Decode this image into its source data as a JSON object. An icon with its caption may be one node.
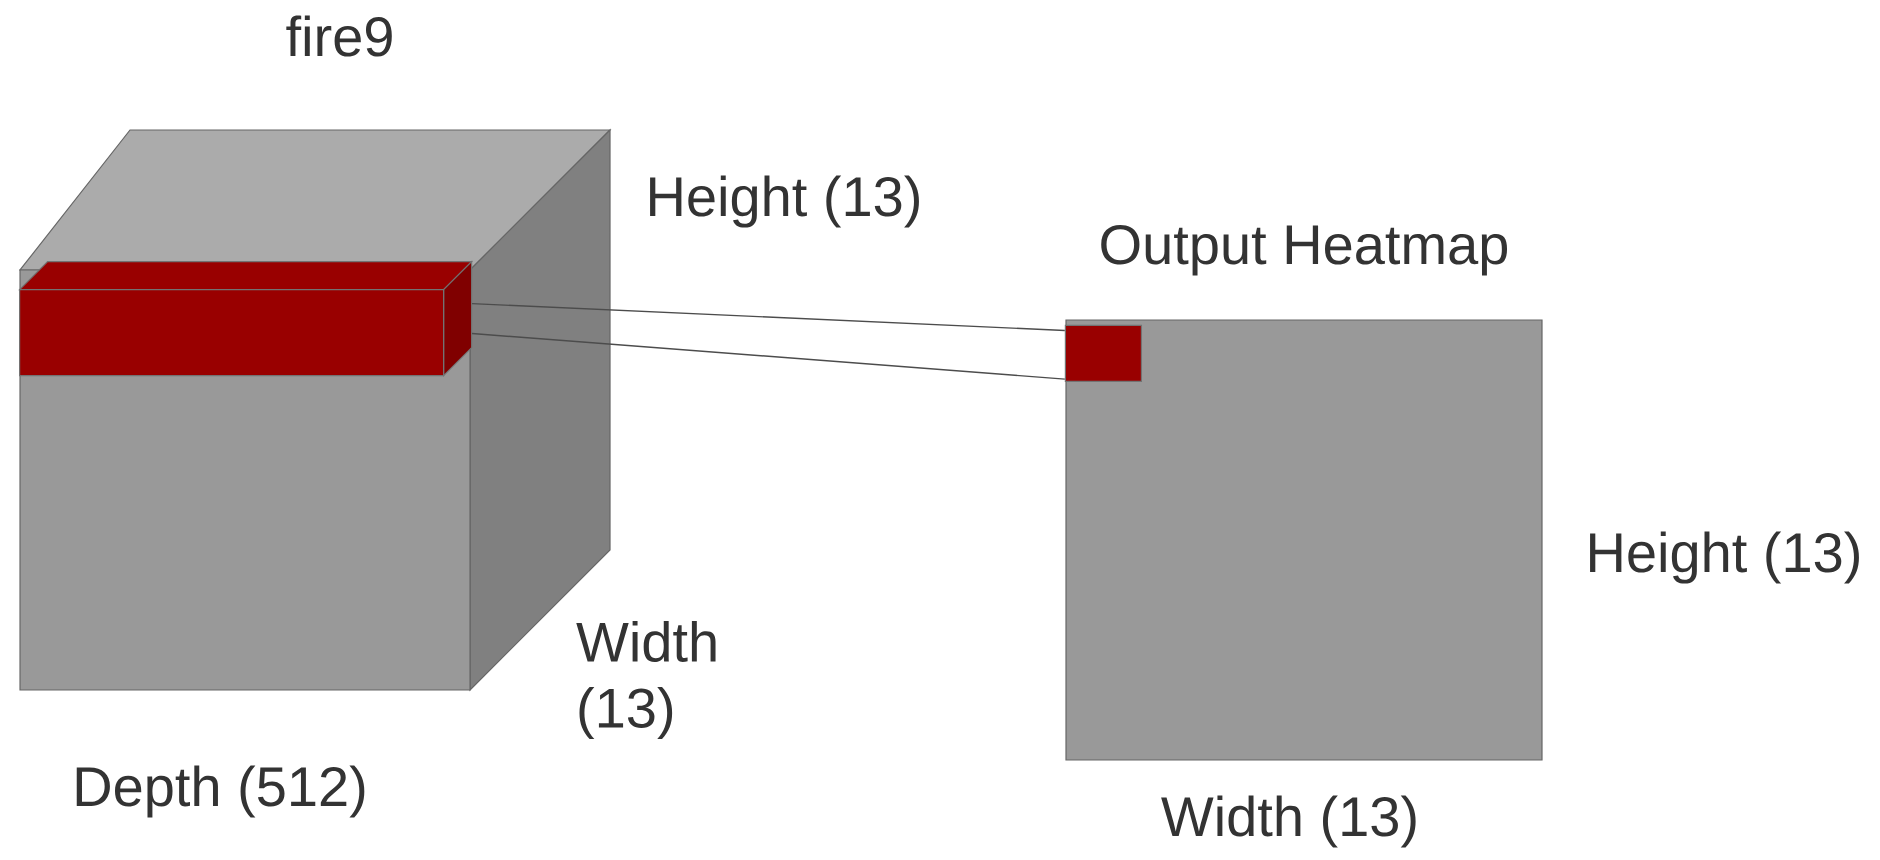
{
  "diagram": {
    "nodes": [
      {
        "text": [
          "fire9"
        ]
      },
      {
        "text": [],
        "shape": "bar",
        "in": 0
      },
      {
        "text": [
          "Output Heatmap"
        ]
      },
      {
        "text": [],
        "shape": "box",
        "in": 2
      }
    ],
    "edges": [
      {
        "from": 1,
        "to": 3,
        "arrow": "none"
      },
      {
        "from": 1,
        "to": 3,
        "arrow": "none"
      }
    ],
    "labels": [
      "Height (13)",
      "Width (13)",
      "Depth (512)",
      "Height (13)",
      "Width (13)"
    ]
  }
}
